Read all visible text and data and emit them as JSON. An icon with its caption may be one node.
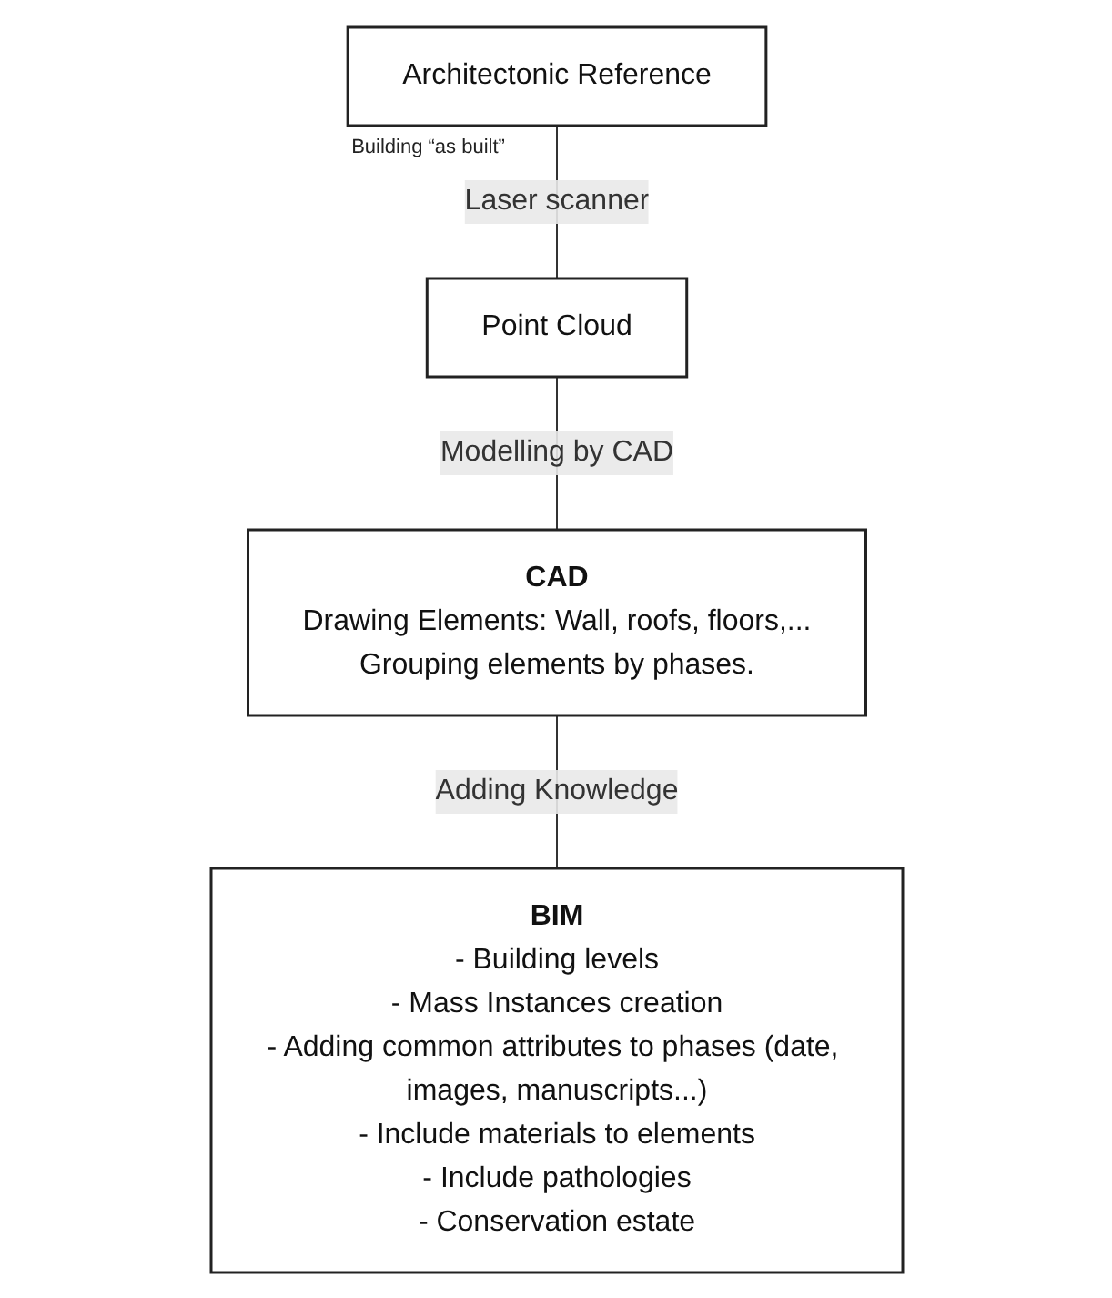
{
  "diagram": {
    "nodes": [
      {
        "text": [
          "Point Cloud"
        ]
      },
      {
        "text": [
          "Architectonic Reference"
        ],
        "beside": [
          "Building “as built”"
        ]
      },
      {
        "text": [
          "CAD",
          "Drawing Elements: Wall, roofs, floors,...",
          "Grouping elements by phases."
        ]
      },
      {
        "text": [
          "BIM",
          "- Building levels",
          "- Mass Instances creation",
          "- Adding common attributes to phases (date, images, manuscripts...)",
          "- Include materials to elements",
          "- Include pathologies",
          "- Conservation estate"
        ]
      }
    ],
    "edges": [
      {
        "from": 1,
        "to": 0,
        "arrow": "none",
        "label": "Laser scanner"
      },
      {
        "from": 0,
        "to": 2,
        "arrow": "none",
        "label": "Modelling by CAD"
      },
      {
        "from": 2,
        "to": 3,
        "arrow": "none",
        "label": "Adding Knowledge"
      }
    ]
  }
}
